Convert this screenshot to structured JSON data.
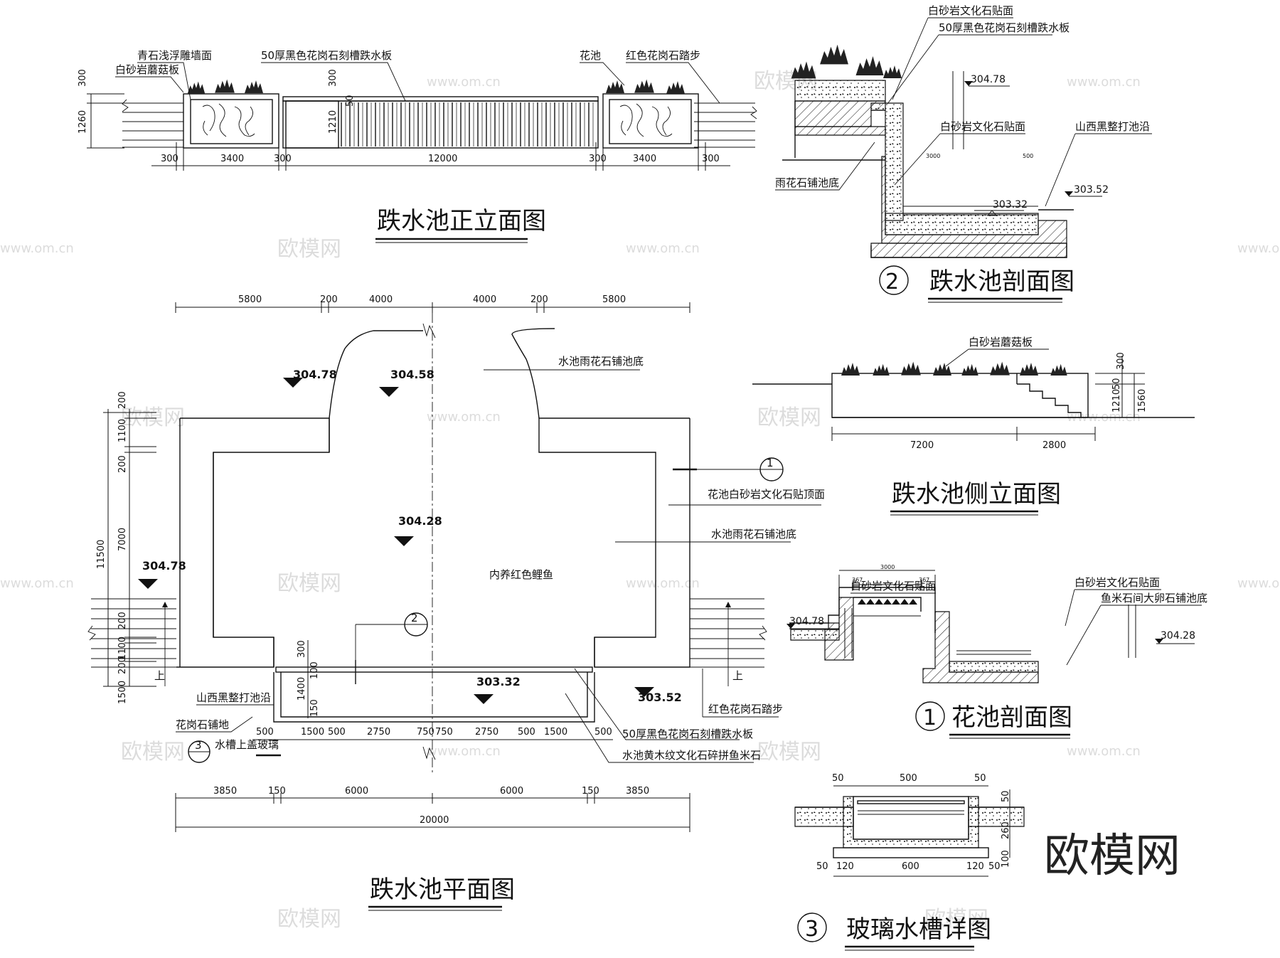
{
  "titles": {
    "front_elevation": "跌水池正立面图",
    "section2": "跌水池剖面图",
    "side_elevation": "跌水池侧立面图",
    "plan": "跌水池平面图",
    "section1": "花池剖面图",
    "section3": "玻璃水槽详图"
  },
  "circled": {
    "one": "1",
    "two": "2",
    "three": "3"
  },
  "front": {
    "l1": "青石浅浮雕墙面",
    "l2": "白砂岩蘑菇板",
    "l3": "50厚黑色花岗石刻槽跌水板",
    "l4": "花池",
    "l5": "红色花岗石踏步",
    "v300": "300",
    "v1260": "1260",
    "v300b": "300",
    "v1210": "1210",
    "v50": "50",
    "d": [
      "300",
      "3400",
      "300",
      "12000",
      "300",
      "3400",
      "300"
    ]
  },
  "section2": {
    "l1": "白砂岩文化石贴面",
    "l2": "50厚黑色花岗石刻槽跌水板",
    "l3": "白砂岩文化石贴面",
    "l4": "山西黑整打池沿",
    "l5": "雨花石铺池底",
    "e1": "304.78",
    "e2": "303.52",
    "e3": "303.32"
  },
  "side": {
    "l1": "白砂岩蘑菇板",
    "v300": "300",
    "v50": "50",
    "v1210": "1210",
    "v1560": "1560",
    "d1": "7200",
    "d2": "2800"
  },
  "plan": {
    "top": [
      "5800",
      "200",
      "4000",
      "4000",
      "200",
      "5800"
    ],
    "left_total": "11500",
    "left": [
      "200",
      "1100",
      "200",
      "7000",
      "200",
      "1100",
      "200",
      "1500"
    ],
    "mid": [
      "300",
      "100",
      "1400",
      "150"
    ],
    "row1": [
      "500",
      "1500",
      "500",
      "2750",
      "750",
      "750",
      "2750",
      "500",
      "1500",
      "500"
    ],
    "row2": [
      "3850",
      "150",
      "6000",
      "6000",
      "150",
      "3850"
    ],
    "total": "20000",
    "e1": "304.78",
    "e2": "304.58",
    "e3": "304.28",
    "e4": "304.78",
    "e5": "303.32",
    "e6": "303.52",
    "l1": "水池雨花石铺池底",
    "l2": "花池白砂岩文化石贴顶面",
    "l3": "水池雨花石铺池底",
    "l4": "内养红色鲤鱼",
    "l5": "山西黑整打池沿",
    "l6": "花岗石铺地",
    "l7": "水槽上盖玻璃",
    "l8": "红色花岗石踏步",
    "l9": "50厚黑色花岗石刻槽跌水板",
    "l10": "水池黄木纹文化石碎拼鱼米石",
    "up1": "上",
    "up2": "上"
  },
  "section1": {
    "l1": "白砂岩文化石贴面",
    "l2": "白砂岩文化石贴面",
    "l3": "鱼米石间大卵石铺池底",
    "e1": "304.78",
    "e2": "304.28"
  },
  "section3": {
    "top": [
      "50",
      "500",
      "50"
    ],
    "right": [
      "50",
      "260",
      "100"
    ],
    "bottom": [
      "50",
      "120",
      "600",
      "120",
      "50"
    ]
  },
  "watermarks": {
    "big": "欧模网",
    "small": "www.om.cn"
  },
  "brand": "欧模网"
}
